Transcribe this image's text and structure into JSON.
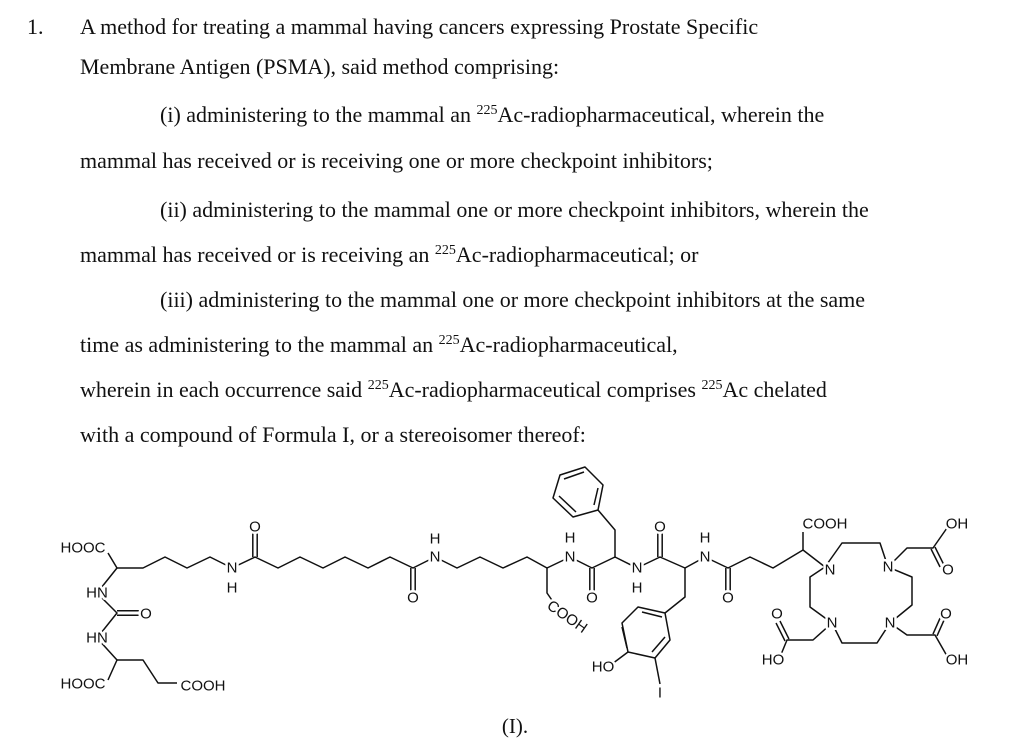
{
  "claim": {
    "number": "1.",
    "lines": [
      [
        {
          "t": "A method for treating a mammal having cancers expressing Prostate Specific"
        }
      ],
      [
        {
          "t": "Membrane Antigen (PSMA), said method comprising:"
        }
      ],
      [
        {
          "t": "(i) administering to the mammal an "
        },
        {
          "sup": "225"
        },
        {
          "t": "Ac-radiopharmaceutical, wherein the"
        }
      ],
      [
        {
          "t": "mammal has received or is receiving one or more checkpoint inhibitors;"
        }
      ],
      [
        {
          "t": "(ii) administering to the mammal one or more checkpoint inhibitors, wherein the"
        }
      ],
      [
        {
          "t": "mammal has received or is receiving an "
        },
        {
          "sup": "225"
        },
        {
          "t": "Ac-radiopharmaceutical; or"
        }
      ],
      [
        {
          "t": "(iii) administering to the mammal one or more checkpoint inhibitors at the same"
        }
      ],
      [
        {
          "t": "time as administering to the mammal an "
        },
        {
          "sup": "225"
        },
        {
          "t": "Ac-radiopharmaceutical,"
        }
      ],
      [
        {
          "t": "wherein in each occurrence said "
        },
        {
          "sup": "225"
        },
        {
          "t": "Ac-radiopharmaceutical comprises "
        },
        {
          "sup": "225"
        },
        {
          "t": "Ac chelated"
        }
      ],
      [
        {
          "t": "with a compound of Formula I, or a stereoisomer thereof:"
        }
      ]
    ]
  },
  "figure": {
    "labels": [
      "HOOC",
      "HN",
      "O",
      "HN",
      "HOOC",
      "COOH",
      "O",
      "N",
      "H",
      "O",
      "N",
      "H",
      "H",
      "N",
      "COOH",
      "O",
      "N",
      "H",
      "O",
      "H",
      "N",
      "O",
      "HO",
      "I",
      "COOH",
      "N",
      "N",
      "N",
      "N",
      "OH",
      "O",
      "O",
      "OH",
      "O",
      "HO"
    ],
    "caption": "(I)."
  }
}
